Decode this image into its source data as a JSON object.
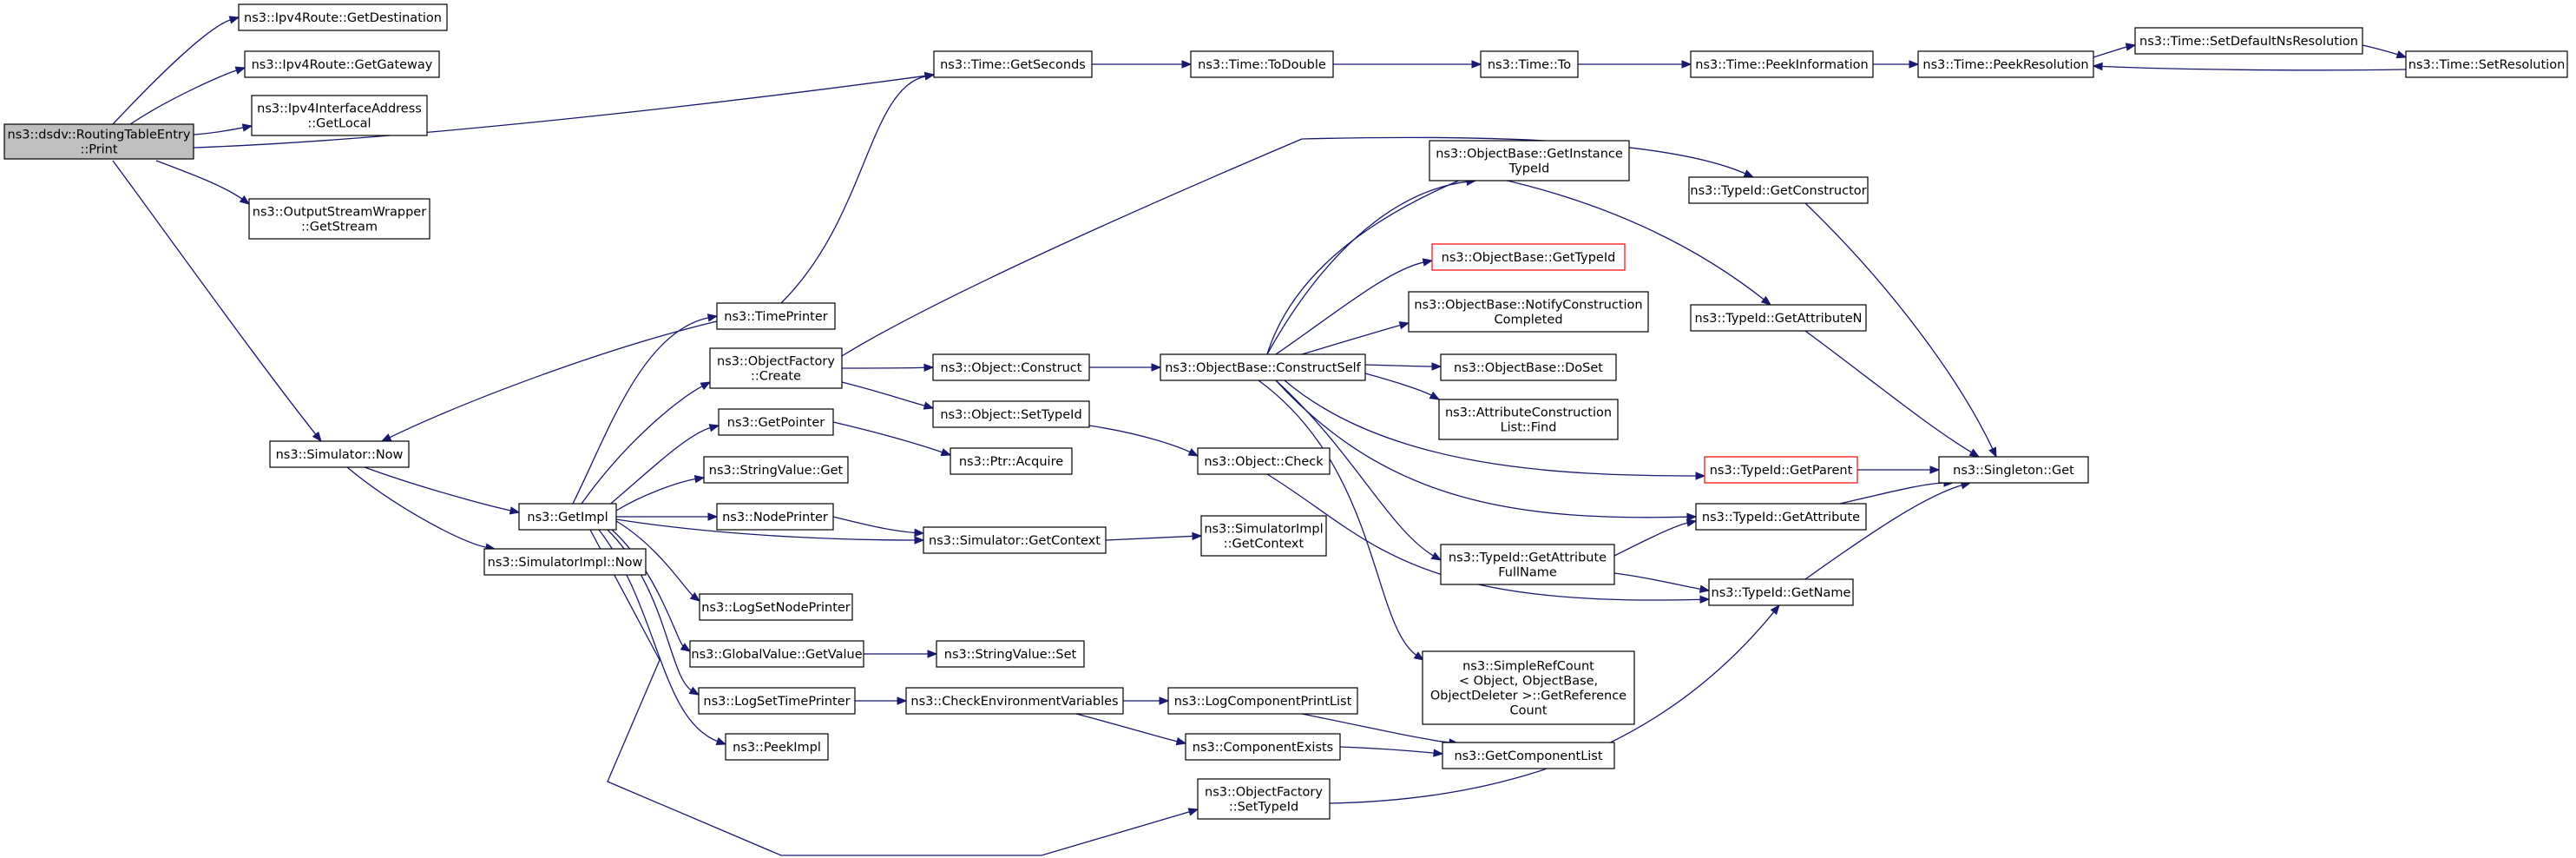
{
  "colors": {
    "node_border": "#000000",
    "node_fill": "#ffffff",
    "root_fill": "#bfbfbf",
    "truncated_border": "#ff0000",
    "edge": "#191970"
  },
  "nodes": {
    "print": {
      "lines": [
        "ns3::dsdv::RoutingTableEntry",
        "::Print"
      ],
      "root": true
    },
    "getdest": {
      "lines": [
        "ns3::Ipv4Route::GetDestination"
      ]
    },
    "getgw": {
      "lines": [
        "ns3::Ipv4Route::GetGateway"
      ]
    },
    "getlocal": {
      "lines": [
        "ns3::Ipv4InterfaceAddress",
        "::GetLocal"
      ]
    },
    "getstream": {
      "lines": [
        "ns3::OutputStreamWrapper",
        "::GetStream"
      ]
    },
    "simnow": {
      "lines": [
        "ns3::Simulator::Now"
      ]
    },
    "getimpl": {
      "lines": [
        "ns3::GetImpl"
      ]
    },
    "simimplnow": {
      "lines": [
        "ns3::SimulatorImpl::Now"
      ]
    },
    "timeprinter": {
      "lines": [
        "ns3::TimePrinter"
      ]
    },
    "ofcreate": {
      "lines": [
        "ns3::ObjectFactory",
        "::Create"
      ]
    },
    "getpointer": {
      "lines": [
        "ns3::GetPointer"
      ]
    },
    "svget": {
      "lines": [
        "ns3::StringValue::Get"
      ]
    },
    "nodeprinter": {
      "lines": [
        "ns3::NodePrinter"
      ]
    },
    "logsetnode": {
      "lines": [
        "ns3::LogSetNodePrinter"
      ]
    },
    "gvgetvalue": {
      "lines": [
        "ns3::GlobalValue::GetValue"
      ]
    },
    "logsettime": {
      "lines": [
        "ns3::LogSetTimePrinter"
      ]
    },
    "peekimpl": {
      "lines": [
        "ns3::PeekImpl"
      ]
    },
    "getseconds": {
      "lines": [
        "ns3::Time::GetSeconds"
      ]
    },
    "todouble": {
      "lines": [
        "ns3::Time::ToDouble"
      ]
    },
    "timeto": {
      "lines": [
        "ns3::Time::To"
      ]
    },
    "peekinfo": {
      "lines": [
        "ns3::Time::PeekInformation"
      ]
    },
    "peekres": {
      "lines": [
        "ns3::Time::PeekResolution"
      ]
    },
    "setdefres": {
      "lines": [
        "ns3::Time::SetDefaultNsResolution"
      ]
    },
    "setres": {
      "lines": [
        "ns3::Time::SetResolution"
      ]
    },
    "objconstruct": {
      "lines": [
        "ns3::Object::Construct"
      ]
    },
    "objsettypeid": {
      "lines": [
        "ns3::Object::SetTypeId"
      ]
    },
    "ptracquire": {
      "lines": [
        "ns3::Ptr::Acquire"
      ]
    },
    "simgetctx": {
      "lines": [
        "ns3::Simulator::GetContext"
      ]
    },
    "svset": {
      "lines": [
        "ns3::StringValue::Set"
      ]
    },
    "checkenv": {
      "lines": [
        "ns3::CheckEnvironmentVariables"
      ]
    },
    "constructself": {
      "lines": [
        "ns3::ObjectBase::ConstructSelf"
      ]
    },
    "objcheck": {
      "lines": [
        "ns3::Object::Check"
      ]
    },
    "simimplgetctx": {
      "lines": [
        "ns3::SimulatorImpl",
        "::GetContext"
      ]
    },
    "logcomplist": {
      "lines": [
        "ns3::LogComponentPrintList"
      ]
    },
    "compexists": {
      "lines": [
        "ns3::ComponentExists"
      ]
    },
    "ofsettypeid": {
      "lines": [
        "ns3::ObjectFactory",
        "::SetTypeId"
      ]
    },
    "obgetinst": {
      "lines": [
        "ns3::ObjectBase::GetInstance",
        "TypeId"
      ]
    },
    "obgettypeid": {
      "lines": [
        "ns3::ObjectBase::GetTypeId"
      ],
      "truncated": true
    },
    "obnotify": {
      "lines": [
        "ns3::ObjectBase::NotifyConstruction",
        "Completed"
      ]
    },
    "obdoset": {
      "lines": [
        "ns3::ObjectBase::DoSet"
      ]
    },
    "acfind": {
      "lines": [
        "ns3::AttributeConstruction",
        "List::Find"
      ]
    },
    "tigetattrfull": {
      "lines": [
        "ns3::TypeId::GetAttribute",
        "FullName"
      ]
    },
    "simplerefcount": {
      "lines": [
        "ns3::SimpleRefCount",
        "< Object, ObjectBase,",
        "ObjectDeleter >::GetReference",
        "Count"
      ]
    },
    "getcomplist": {
      "lines": [
        "ns3::GetComponentList"
      ]
    },
    "tigetctor": {
      "lines": [
        "ns3::TypeId::GetConstructor"
      ]
    },
    "tigetattrn": {
      "lines": [
        "ns3::TypeId::GetAttributeN"
      ]
    },
    "tigetparent": {
      "lines": [
        "ns3::TypeId::GetParent"
      ],
      "truncated": true
    },
    "tigetattr": {
      "lines": [
        "ns3::TypeId::GetAttribute"
      ]
    },
    "tigetname": {
      "lines": [
        "ns3::TypeId::GetName"
      ]
    },
    "singleton": {
      "lines": [
        "ns3::Singleton::Get"
      ]
    }
  }
}
